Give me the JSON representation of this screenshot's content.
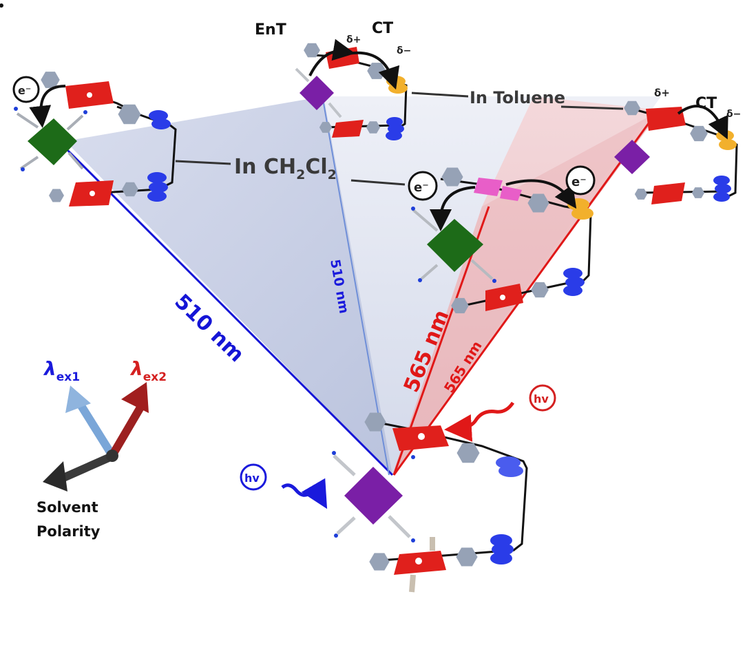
{
  "figure": {
    "labels": {
      "in_ch2cl2_prefix": "In CH",
      "in_ch2cl2_sub1": "2",
      "in_ch2cl2_mid": "Cl",
      "in_ch2cl2_sub2": "2",
      "in_toluene": "In Toluene",
      "ent": "EnT",
      "ct_top": "CT",
      "ct_right": "CT",
      "delta_plus": "δ+",
      "delta_minus": "δ−",
      "electron": "e⁻",
      "hv": "hv",
      "edge_510_left": "510 nm",
      "edge_510_center": "510 nm",
      "edge_565_outer": "565 nm",
      "edge_565_inner": "565 nm",
      "lambda": "λ",
      "ex1": "ex1",
      "ex2": "ex2",
      "solvent": "Solvent",
      "polarity": "Polarity"
    },
    "legend_axes": [
      {
        "name": "excitation-wavelength-1",
        "label": "λex1",
        "color": "#1a1adc"
      },
      {
        "name": "excitation-wavelength-2",
        "label": "λex2",
        "color": "#d42020"
      },
      {
        "name": "solvent-polarity",
        "label": "Solvent Polarity",
        "color": "#222222"
      }
    ],
    "edges": [
      {
        "name": "edge-left",
        "wavelength": "510 nm",
        "color": "#1515d6"
      },
      {
        "name": "edge-center",
        "wavelength": "510 nm",
        "color": "#1a1adc"
      },
      {
        "name": "edge-565-outer",
        "wavelength": "565 nm",
        "color": "#e01818"
      },
      {
        "name": "edge-565-inner",
        "wavelength": "565 nm",
        "color": "#e01818"
      }
    ],
    "states": [
      {
        "name": "top-left",
        "core": "green",
        "process": "electron transfer",
        "solvent": "CH2Cl2"
      },
      {
        "name": "top-center",
        "core": "purple",
        "process": "EnT / CT",
        "solvent": "Toluene"
      },
      {
        "name": "top-right",
        "core": "purple",
        "process": "CT",
        "solvent": "Toluene"
      },
      {
        "name": "middle",
        "core": "green",
        "process": "electron transfer",
        "solvent": "CH2Cl2"
      },
      {
        "name": "bottom",
        "core": "purple",
        "process": "excitation (hv)",
        "solvent": ""
      }
    ],
    "colors": {
      "blue_face": "#c5cde3",
      "pink_face": "#efc6c8",
      "porphyrin_red": "#e0201c",
      "zn_green": "#1d6b18",
      "purple": "#7a1fa6",
      "orange_acceptor": "#f2b02c",
      "blue_linker": "#2a3ce8",
      "pink_block": "#e85ec8",
      "hex_gray": "#96a2b6"
    }
  }
}
